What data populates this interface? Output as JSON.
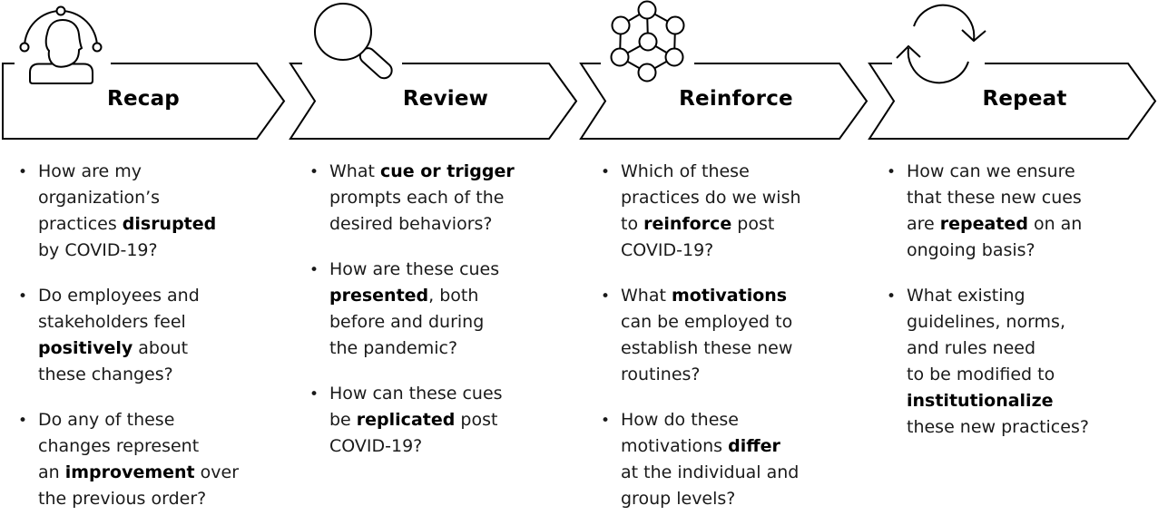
{
  "figure": {
    "bullet_char": "•",
    "colors": {
      "outline": "#000000",
      "text": "#1a1a1a",
      "bold_text": "#000000",
      "background": "#ffffff"
    },
    "stages": [
      {
        "label": "Recap",
        "icon": "person-network-icon",
        "bullets": [
          {
            "pre": "How are my\norganization’s\npractices ",
            "bold": "disrupted",
            "post": "\nby COVID-19?"
          },
          {
            "pre": "Do employees and\nstakeholders feel\n",
            "bold": "positively",
            "post": " about\nthese changes?"
          },
          {
            "pre": "Do any of these\nchanges represent\nan ",
            "bold": "improvement",
            "post": " over\nthe previous order?"
          }
        ]
      },
      {
        "label": "Review",
        "icon": "magnifier-icon",
        "bullets": [
          {
            "pre": "What ",
            "bold": "cue or trigger",
            "post": "\nprompts each of the\ndesired behaviors?"
          },
          {
            "pre": "How are these cues\n",
            "bold": "presented",
            "post": ", both\nbefore and during\nthe pandemic?"
          },
          {
            "pre": "How can these cues\nbe ",
            "bold": "replicated",
            "post": " post\nCOVID-19?"
          }
        ]
      },
      {
        "label": "Reinforce",
        "icon": "network-nodes-icon",
        "bullets": [
          {
            "pre": "Which of these\npractices do we wish\nto ",
            "bold": "reinforce",
            "post": " post\nCOVID-19?"
          },
          {
            "pre": "What ",
            "bold": "motivations",
            "post": "\ncan be employed to\nestablish these new\nroutines?"
          },
          {
            "pre": "How do these\nmotivations ",
            "bold": "differ",
            "post": "\nat the individual and\ngroup levels?"
          }
        ]
      },
      {
        "label": "Repeat",
        "icon": "cycle-arrows-icon",
        "bullets": [
          {
            "pre": "How can we ensure\nthat these new cues\nare ",
            "bold": "repeated",
            "post": " on an\nongoing basis?"
          },
          {
            "pre": "What existing\nguidelines, norms,\nand rules need\nto be modified to\n",
            "bold": "institutionalize",
            "post": "\nthese new practices?"
          }
        ]
      }
    ]
  }
}
